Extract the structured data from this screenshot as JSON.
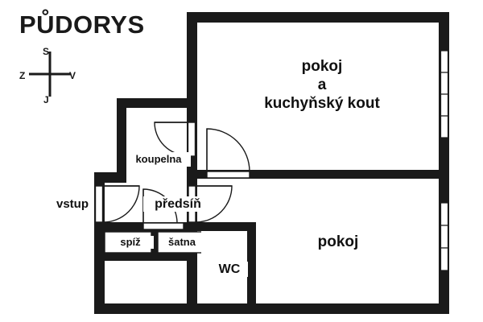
{
  "document": {
    "title": "PŮDORYS",
    "type": "floor-plan"
  },
  "compass": {
    "north_label": "S",
    "west_label": "Z",
    "east_label": "V",
    "south_label": "J"
  },
  "rooms": [
    {
      "id": "pokoj-kuchynsky-kout",
      "label": "pokoj\na\nkuchyňský kout",
      "line1": "pokoj",
      "line2": "a",
      "line3": "kuchyňský kout"
    },
    {
      "id": "pokoj",
      "label": "pokoj"
    },
    {
      "id": "koupelna",
      "label": "koupelna"
    },
    {
      "id": "predsin",
      "label": "předsíň"
    },
    {
      "id": "spiz",
      "label": "spíž"
    },
    {
      "id": "satna",
      "label": "šatna"
    },
    {
      "id": "wc",
      "label": "WC"
    }
  ],
  "annotations": {
    "entrance": "vstup"
  },
  "colors": {
    "wall": "#1a1a1a",
    "background": "#ffffff",
    "text": "#111111"
  }
}
